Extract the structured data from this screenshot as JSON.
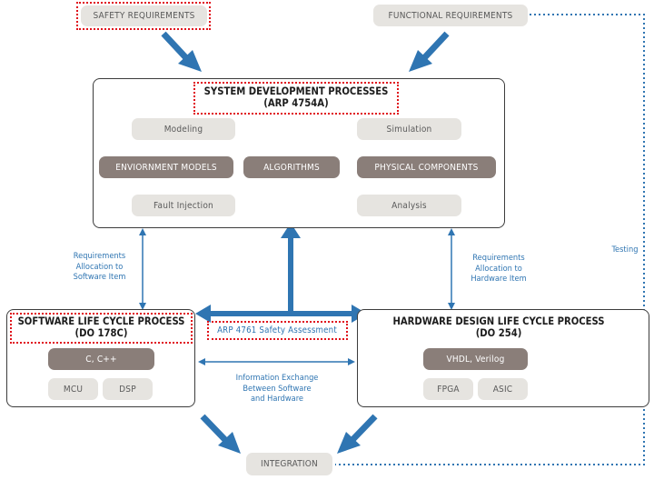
{
  "inputs": {
    "safety_requirements": "SAFETY REQUIREMENTS",
    "functional_requirements": "FUNCTIONAL REQUIREMENTS"
  },
  "system": {
    "title_line1": "SYSTEM DEVELOPMENT PROCESSES",
    "title_line2": "(ARP 4754A)",
    "modeling": "Modeling",
    "simulation": "Simulation",
    "environment_models": "ENVIORNMENT MODELS",
    "algorithms": "ALGORITHMS",
    "physical_components": "PHYSICAL COMPONENTS",
    "fault_injection": "Fault Injection",
    "analysis": "Analysis"
  },
  "software": {
    "title_line1": "SOFTWARE LIFE CYCLE PROCESS",
    "title_line2": "(DO 178C)",
    "languages": "C, C++",
    "mcu": "MCU",
    "dsp": "DSP"
  },
  "hardware": {
    "title_line1": "HARDWARE DESIGN LIFE CYCLE PROCESS",
    "title_line2": "(DO 254)",
    "languages": "VHDL, Verilog",
    "fpga": "FPGA",
    "asic": "ASIC"
  },
  "connectors": {
    "safety_assessment": "ARP 4761 Safety Assessment",
    "req_alloc_sw_1": "Requirements",
    "req_alloc_sw_2": "Allocation to",
    "req_alloc_sw_3": "Software Item",
    "req_alloc_hw_1": "Requirements",
    "req_alloc_hw_2": "Allocation to",
    "req_alloc_hw_3": "Hardware Item",
    "info_exchange_1": "Information Exchange",
    "info_exchange_2": "Between Software",
    "info_exchange_3": "and Hardware",
    "testing": "Testing"
  },
  "integration": "INTEGRATION",
  "colors": {
    "arrow_blue": "#2f75b2",
    "highlight_red": "#e0101a",
    "pill_light": "#e6e4e0",
    "pill_dark": "#8a7e79"
  }
}
